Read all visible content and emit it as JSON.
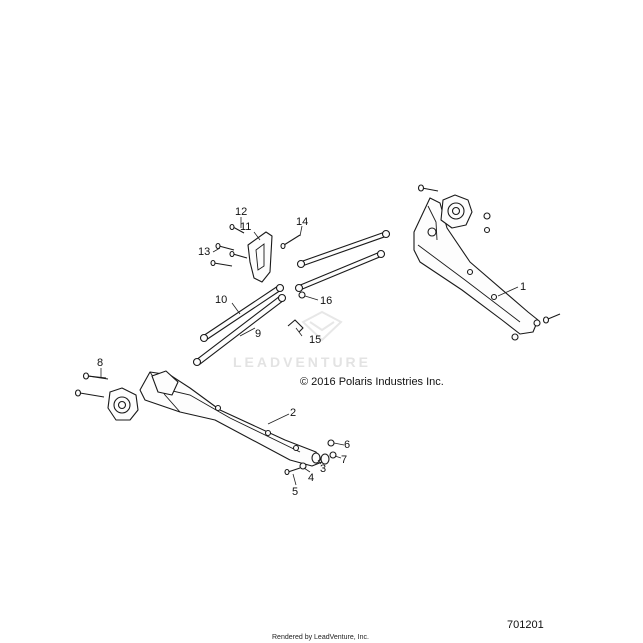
{
  "watermark": "LEADVENTURE",
  "copyright": "© 2016 Polaris Industries Inc.",
  "diagram_id": "701201",
  "footer": "Rendered by LeadVenture, Inc.",
  "callouts": {
    "c1": "1",
    "c2": "2",
    "c3": "3",
    "c4": "4",
    "c5": "5",
    "c6": "6",
    "c7": "7",
    "c8": "8",
    "c9": "9",
    "c10": "10",
    "c11": "11",
    "c12": "12",
    "c13": "13",
    "c14": "14",
    "c15": "15",
    "c16": "16"
  }
}
